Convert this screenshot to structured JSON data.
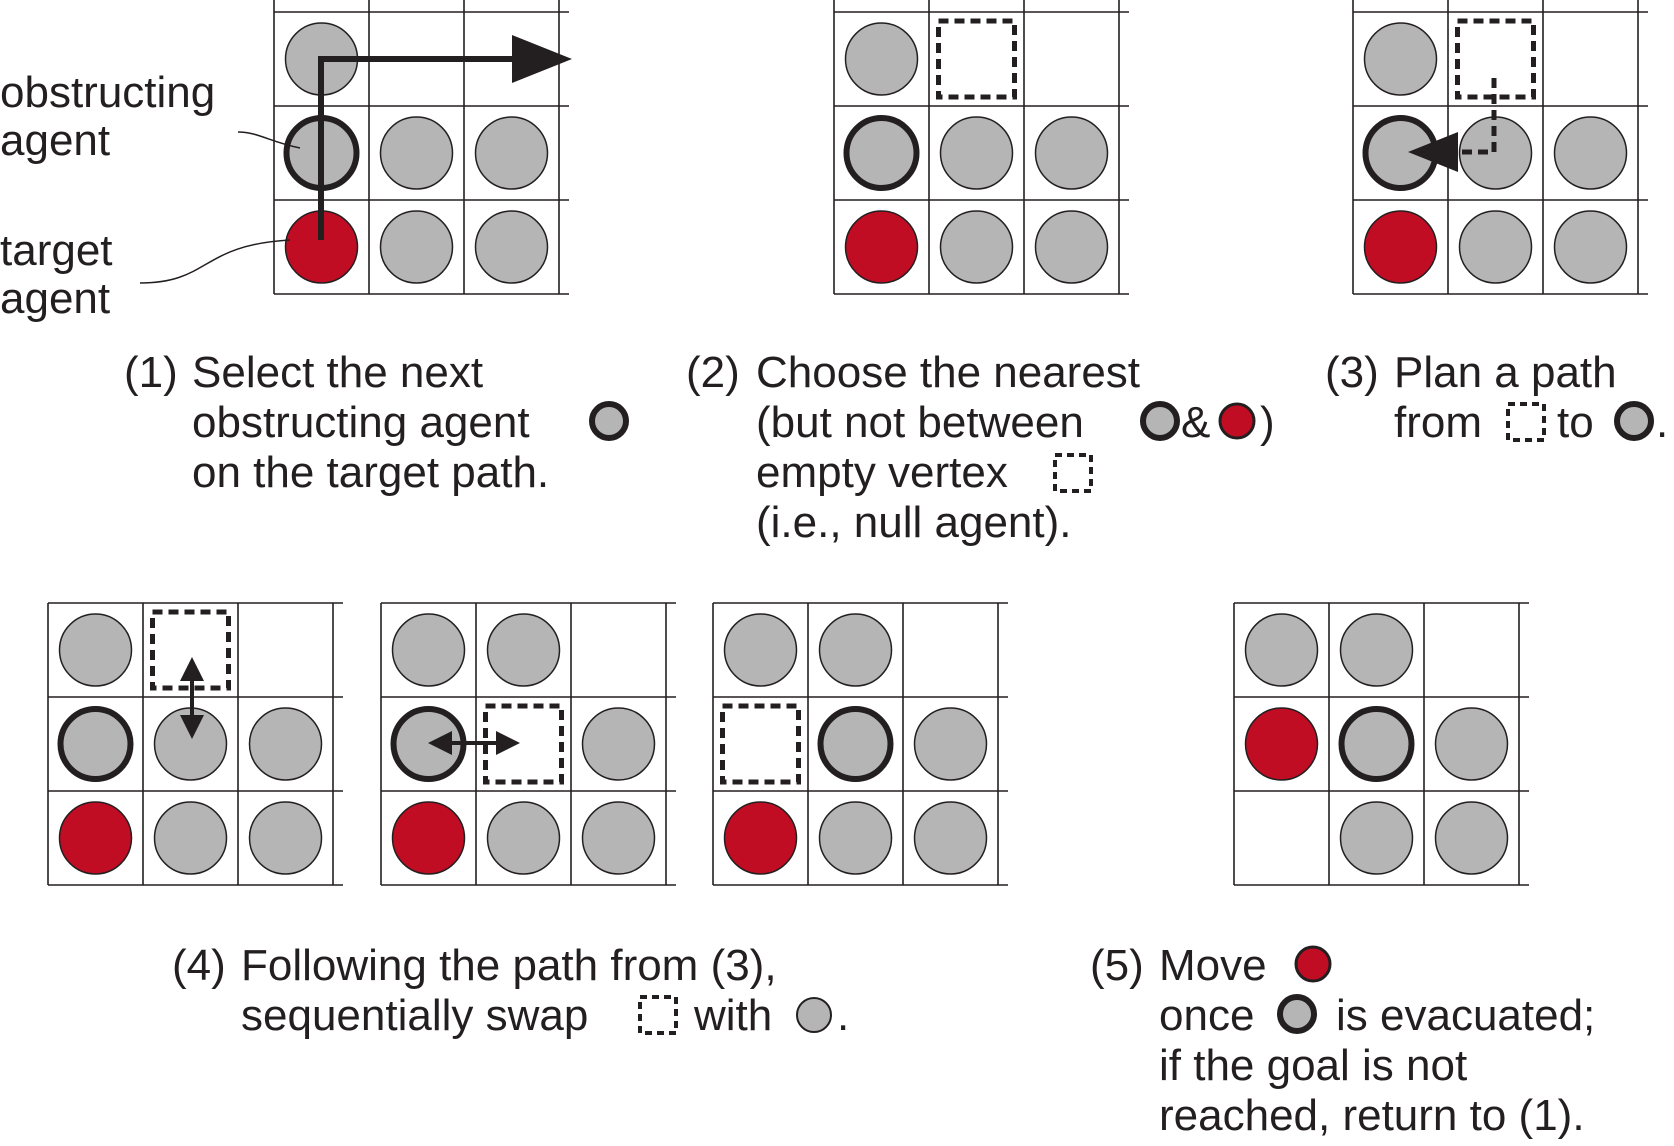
{
  "colors": {
    "ink": "#231f20",
    "agent_gray": "#b5b5b6",
    "target_red": "#c00d23",
    "background": "#ffffff"
  },
  "legend": {
    "obstructing_line1": "obstructing",
    "obstructing_line2": "agent",
    "target_line1": "target",
    "target_line2": "agent"
  },
  "step1": {
    "num": "(1)",
    "line1": "Select the next",
    "line2": "obstructing agent",
    "line3": "on the target path."
  },
  "step2": {
    "num": "(2)",
    "line1": "Choose the nearest",
    "line2a": "(but not between",
    "line2b": "&",
    "line2c": ")",
    "line3": "empty vertex",
    "line4": "(i.e., null agent)."
  },
  "step3": {
    "num": "(3)",
    "line1": "Plan a path",
    "line2a": "from",
    "line2b": "to",
    "line2c": "."
  },
  "step4": {
    "num": "(4)",
    "line1": "Following the path from (3),",
    "line2a": "sequentially swap",
    "line2b": "with",
    "line2c": "."
  },
  "step5": {
    "num": "(5)",
    "line1": "Move",
    "line2b": "is evacuated;",
    "line3": "if the goal is not",
    "line4": "reached, return to (1)."
  },
  "grids": [
    {
      "id": "step1",
      "cells": [
        "g",
        "_",
        "_",
        "go",
        "g",
        "g",
        "r",
        "g",
        "g"
      ]
    },
    {
      "id": "step2",
      "cells": [
        "g",
        "e",
        "_",
        "go",
        "g",
        "g",
        "r",
        "g",
        "g"
      ]
    },
    {
      "id": "step3",
      "cells": [
        "g",
        "e",
        "_",
        "go",
        "g",
        "g",
        "r",
        "g",
        "g"
      ]
    },
    {
      "id": "step4a",
      "cells": [
        "g",
        "e",
        "_",
        "go",
        "g",
        "g",
        "r",
        "g",
        "g"
      ]
    },
    {
      "id": "step4b",
      "cells": [
        "g",
        "g",
        "_",
        "go",
        "e",
        "g",
        "r",
        "g",
        "g"
      ]
    },
    {
      "id": "step4c",
      "cells": [
        "g",
        "g",
        "_",
        "e",
        "go",
        "g",
        "r",
        "g",
        "g"
      ]
    },
    {
      "id": "step5",
      "cells": [
        "g",
        "g",
        "_",
        "r",
        "go",
        "g",
        "_",
        "g",
        "g"
      ]
    }
  ]
}
